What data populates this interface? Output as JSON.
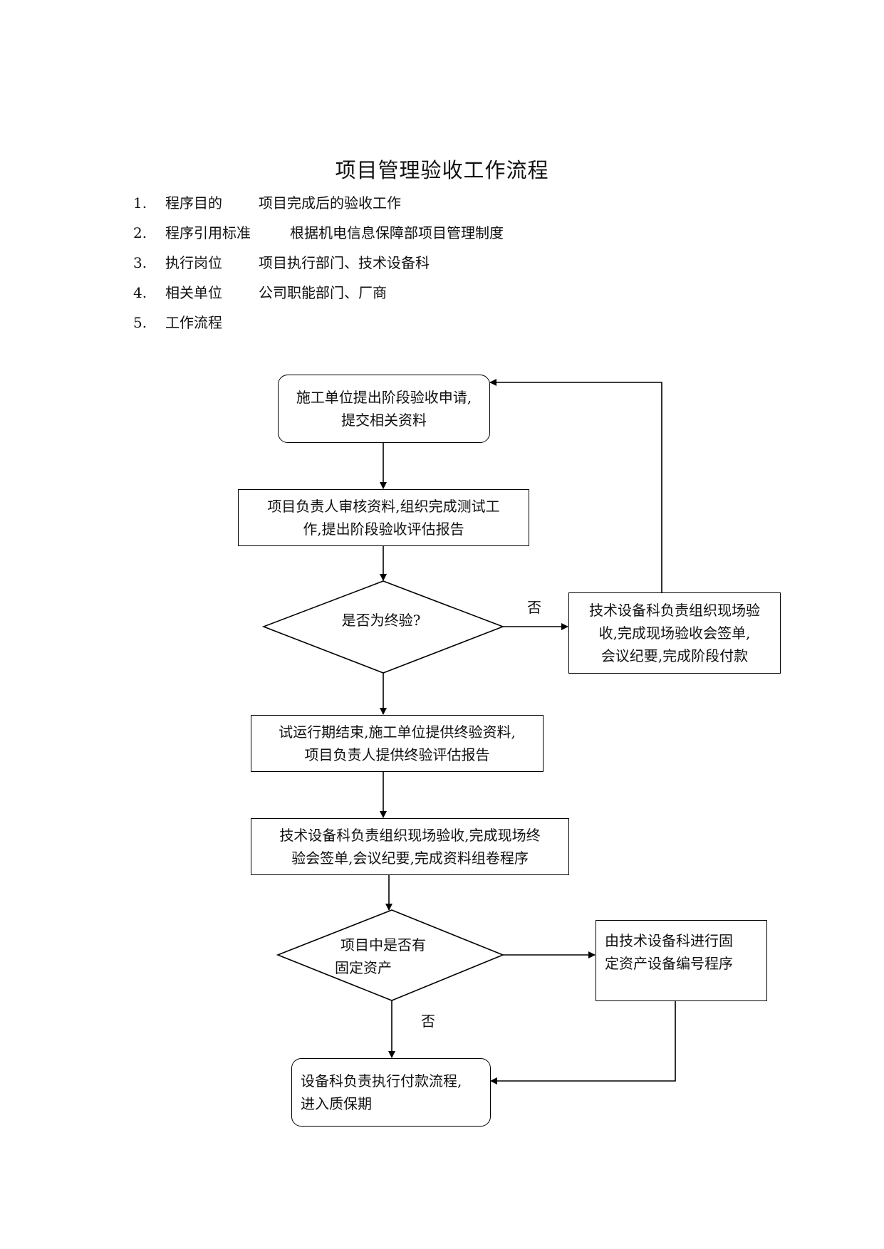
{
  "title": "项目管理验收工作流程",
  "list": [
    {
      "num": "1.",
      "label": "程序目的",
      "value": "项目完成后的验收工作"
    },
    {
      "num": "2.",
      "label": "程序引用标准",
      "value": "根据机电信息保障部项目管理制度"
    },
    {
      "num": "3.",
      "label": "执行岗位",
      "value": "项目执行部门、技术设备科"
    },
    {
      "num": "4.",
      "label": "相关单位",
      "value": "公司职能部门、厂商"
    },
    {
      "num": "5.",
      "label": "工作流程",
      "value": ""
    }
  ],
  "flow": {
    "start": {
      "line1": "施工单位提出阶段验收申请,",
      "line2": "提交相关资料"
    },
    "review": {
      "line1": "项目负责人审核资料,组织完成测试工",
      "line2": "作,提出阶段验收评估报告"
    },
    "decision1": "是否为终验?",
    "no_label_1": "否",
    "stage_accept": {
      "line1": "技术设备科负责组织现场验",
      "line2": "收,完成现场验收会签单,",
      "line3": "会议纪要,完成阶段付款"
    },
    "trial": {
      "line1": "试运行期结束,施工单位提供终验资料,",
      "line2": "项目负责人提供终验评估报告"
    },
    "final_accept": {
      "line1": "技术设备科负责组织现场验收,完成现场终",
      "line2": "验会签单,会议纪要,完成资料组卷程序"
    },
    "decision2": {
      "line1": "项目中是否有",
      "line2": "固定资产"
    },
    "no_label_2": "否",
    "asset": {
      "line1": "由技术设备科进行固",
      "line2": "定资产设备编号程序"
    },
    "payment": {
      "line1": "设备科负责执行付款流程,",
      "line2": "进入质保期"
    }
  }
}
